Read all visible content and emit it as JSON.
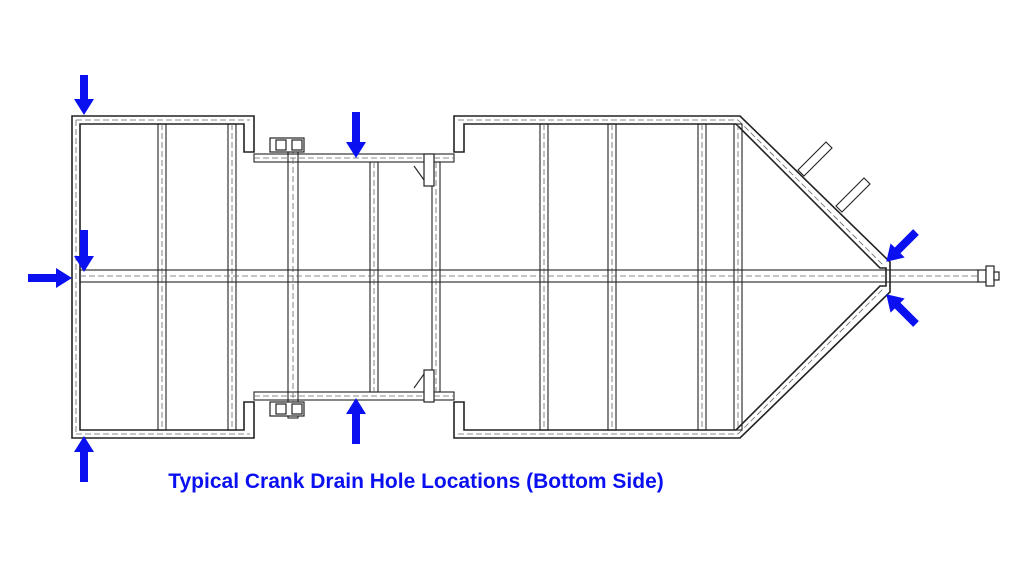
{
  "caption": "Typical Crank Drain Hole Locations (Bottom Side)",
  "colors": {
    "arrow": "#0a10f0",
    "caption": "#0a10f0",
    "frame": "#222222"
  },
  "arrows": [
    {
      "name": "drain-arrow-rear-top-corner",
      "direction": "down"
    },
    {
      "name": "drain-arrow-rear-center",
      "direction": "down"
    },
    {
      "name": "drain-arrow-rear-side",
      "direction": "right"
    },
    {
      "name": "drain-arrow-rear-bottom-corner",
      "direction": "up"
    },
    {
      "name": "drain-arrow-axle-top",
      "direction": "down"
    },
    {
      "name": "drain-arrow-axle-bottom",
      "direction": "up"
    },
    {
      "name": "drain-arrow-tongue-upper",
      "direction": "down-left"
    },
    {
      "name": "drain-arrow-tongue-lower",
      "direction": "up-left"
    }
  ]
}
